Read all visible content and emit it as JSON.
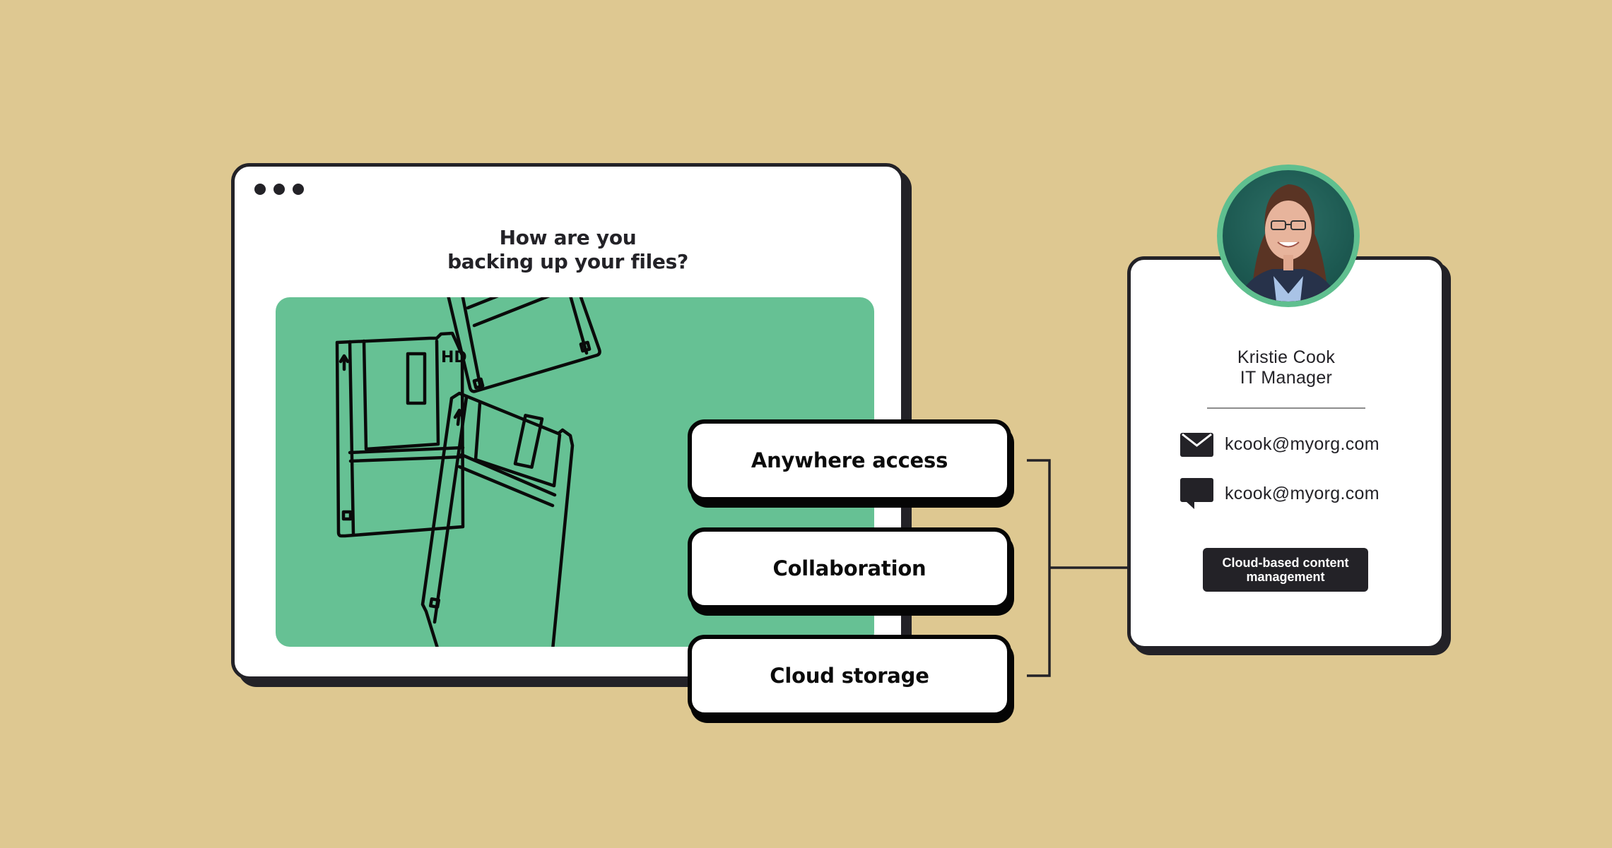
{
  "window": {
    "dots_icon": "window-menu-dots",
    "heading_lines": [
      "How are you",
      "backing up your files?"
    ],
    "illustration": "floppy-disks"
  },
  "options": [
    {
      "label": "Anywhere access"
    },
    {
      "label": "Collaboration"
    },
    {
      "label": "Cloud storage"
    }
  ],
  "profile": {
    "name": "Kristie Cook",
    "role": "IT Manager",
    "contacts": [
      {
        "icon": "envelope-icon",
        "value": "kcook@myorg.com"
      },
      {
        "icon": "chat-bubble-icon",
        "value": "kcook@myorg.com"
      }
    ],
    "tag_lines": [
      "Cloud-based content",
      "management"
    ]
  },
  "colors": {
    "background": "#DEC891",
    "accent_green": "#66C194",
    "ring_green": "#5FBF8F",
    "dark": "#232227"
  }
}
